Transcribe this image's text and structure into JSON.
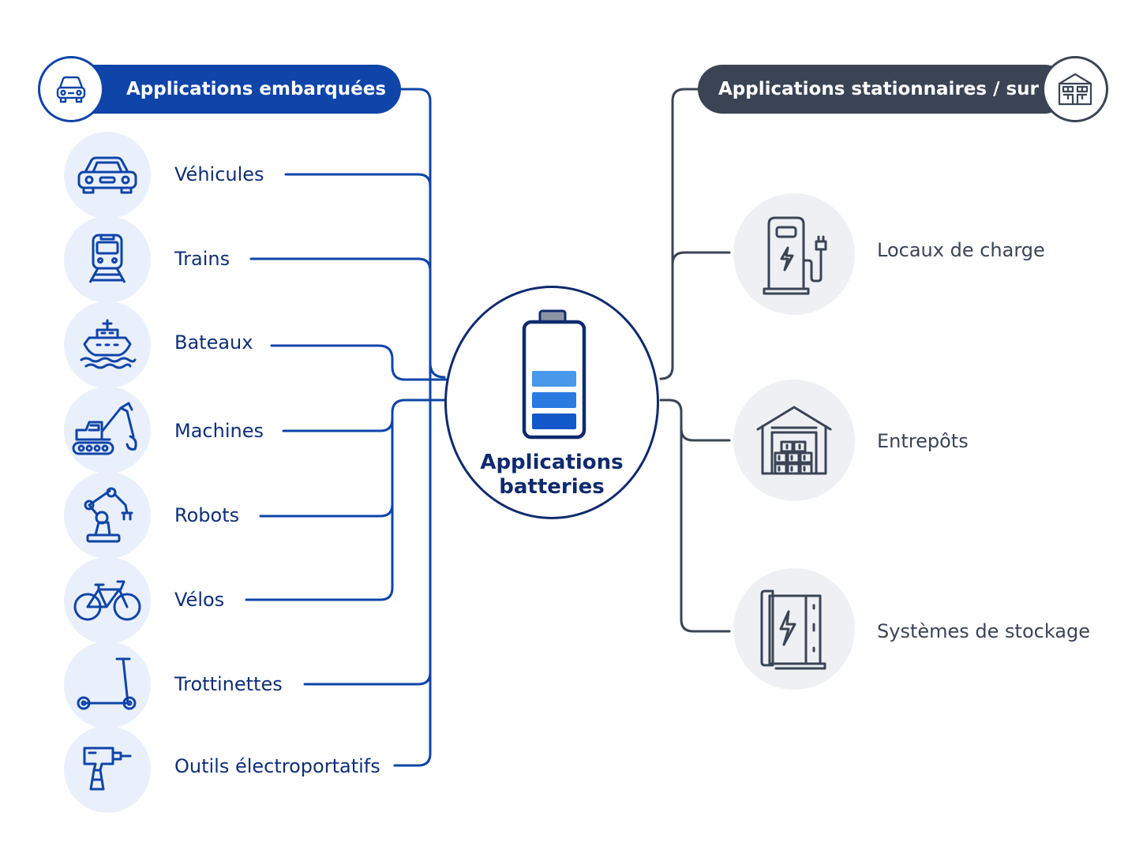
{
  "center": {
    "title_line1": "Applications",
    "title_line2": "batteries",
    "icon": "battery-icon"
  },
  "left_group": {
    "header": "Applications embarquées",
    "header_icon": "car-icon",
    "color": "#0f44a8",
    "items": [
      {
        "label": "Véhicules",
        "icon": "car-icon"
      },
      {
        "label": "Trains",
        "icon": "train-icon"
      },
      {
        "label": "Bateaux",
        "icon": "ship-icon"
      },
      {
        "label": "Machines",
        "icon": "excavator-icon"
      },
      {
        "label": "Robots",
        "icon": "robot-arm-icon"
      },
      {
        "label": "Vélos",
        "icon": "bicycle-icon"
      },
      {
        "label": "Trottinettes",
        "icon": "scooter-icon"
      },
      {
        "label": "Outils électroportatifs",
        "icon": "drill-icon"
      }
    ]
  },
  "right_group": {
    "header": "Applications stationnaires / sur site",
    "header_icon": "building-icon",
    "color": "#3a4454",
    "items": [
      {
        "label": "Locaux de charge",
        "icon": "charging-station-icon"
      },
      {
        "label": "Entrepôts",
        "icon": "warehouse-icon"
      },
      {
        "label": "Systèmes de stockage",
        "icon": "storage-cabinet-icon"
      }
    ]
  }
}
